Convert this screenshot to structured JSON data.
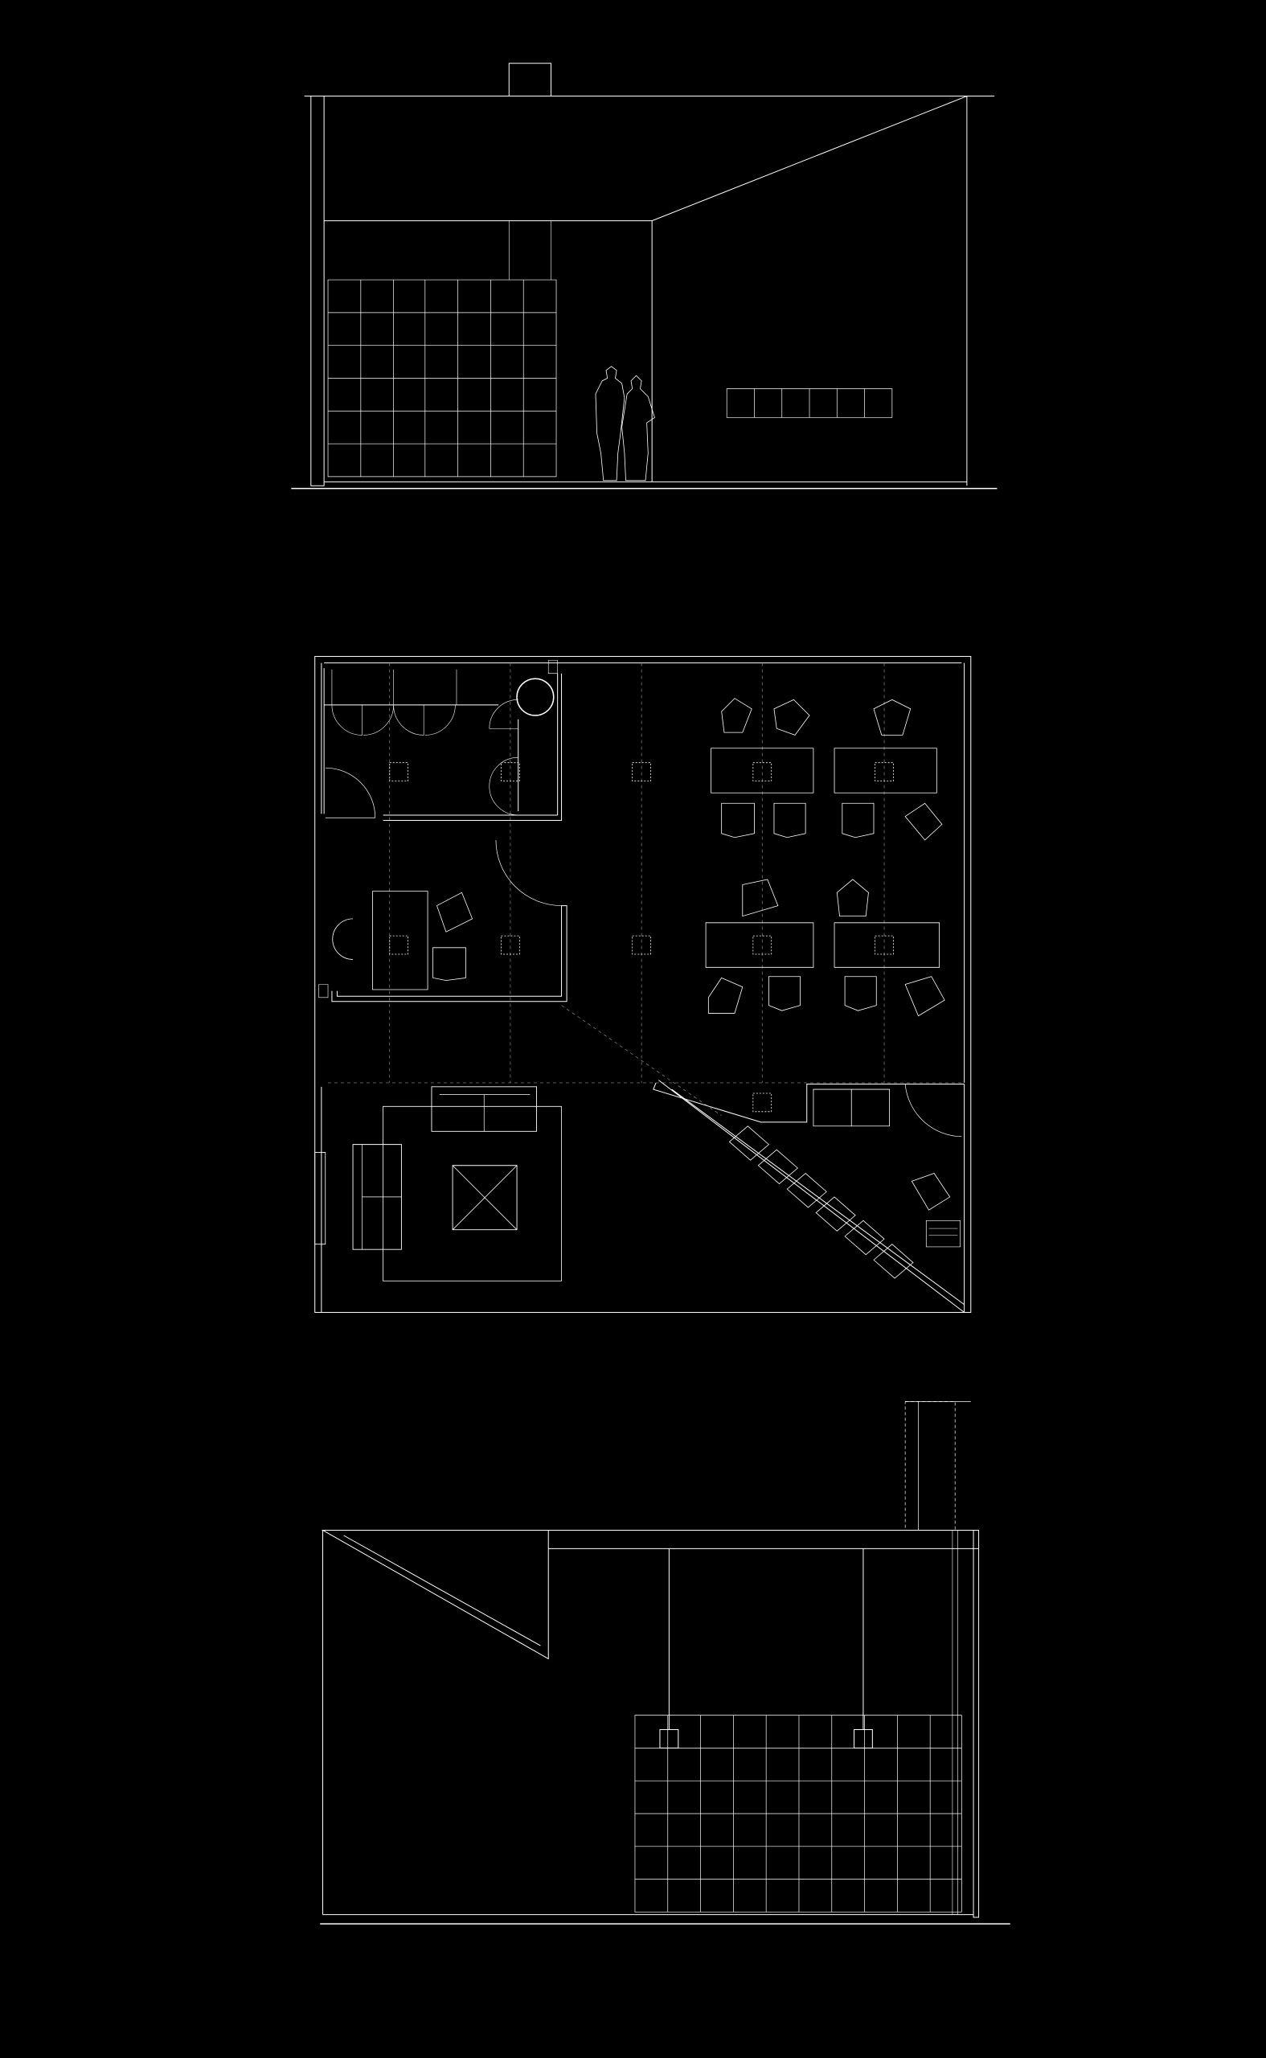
{
  "drawing": {
    "background": "#000000",
    "line_color": "#ffffff",
    "dim_line_color": "#8a8a8a",
    "views": [
      {
        "id": "elevation-top",
        "kind": "elevation"
      },
      {
        "id": "floor-plan",
        "kind": "plan"
      },
      {
        "id": "elevation-bottom",
        "kind": "elevation"
      }
    ]
  }
}
